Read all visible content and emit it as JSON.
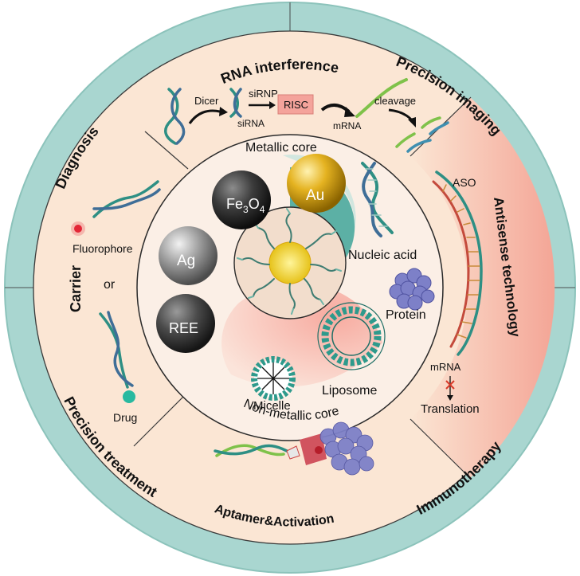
{
  "outer_ring": {
    "diagnosis": "Diagnosis",
    "precision_imaging": "Precision imaging",
    "carrier": "Carrier",
    "precision_treatment": "Precision treatment",
    "immunotherapy": "Immunotherapy"
  },
  "segments": {
    "rna_interference": "RNA interference",
    "antisense_technology": "Antisense technology",
    "aptamer_activation": "Aptamer&Activation"
  },
  "rnai": {
    "dicer": "Dicer",
    "sirnp": "siRNP",
    "sirna": "siRNA",
    "risc": "RISC",
    "mrna": "mRNA",
    "cleavage": "cleavage"
  },
  "antisense": {
    "aso": "ASO",
    "mrna": "mRNA",
    "translation": "Translation"
  },
  "carrier_panel": {
    "fluorophore": "Fluorophore",
    "or": "or",
    "drug": "Drug"
  },
  "core": {
    "metallic_core": "Metallic core",
    "non_metallic_core": "Non-metallic core",
    "nucleic_acid": "Nucleic acid",
    "protein": "Protein",
    "liposome": "Liposome",
    "micelle": "Micelle"
  },
  "particles": {
    "fe3o4_main": "Fe",
    "fe3o4_sub1": "3",
    "fe3o4_mid": "O",
    "fe3o4_sub2": "4",
    "au": "Au",
    "ag": "Ag",
    "ree": "REE"
  },
  "colors": {
    "outer_teal": "#a9d6d0",
    "outer_teal_edge": "#7fbcb4",
    "ring_peach": "#fbe6d4",
    "ring_pink": "#f7b7a6",
    "core_bg": "#fbefe6",
    "teal_shape": "#4aa99d",
    "pink_shape": "#f2a8a0",
    "dna_green": "#2e8f84",
    "dna_blue": "#3f6e97",
    "protein_blue": "#7d80c8",
    "gold": "#e5b321",
    "risc_pink": "#f4a39b"
  }
}
